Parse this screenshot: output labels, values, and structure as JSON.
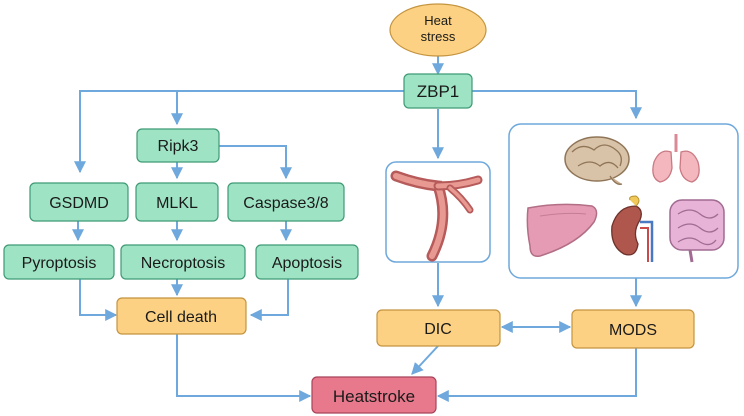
{
  "nodes": {
    "heat_stress": [
      "Heat",
      "stress"
    ],
    "zbp1": "ZBP1",
    "ripk3": "Ripk3",
    "gsdmd": "GSDMD",
    "mlkl": "MLKL",
    "caspase": "Caspase3/8",
    "pyroptosis": "Pyroptosis",
    "necroptosis": "Necroptosis",
    "apoptosis": "Apoptosis",
    "cell_death": "Cell death",
    "dic": "DIC",
    "mods": "MODS",
    "heatstroke": "Heatstroke"
  },
  "colors": {
    "green_fill": "#9ee3c4",
    "green_stroke": "#3f9a76",
    "orange_fill": "#fdd183",
    "orange_stroke": "#c49540",
    "pink_fill": "#e8798c",
    "pink_stroke": "#a8445a",
    "arrow": "#6fa8dc",
    "panel_stroke": "#6fa8dc"
  },
  "icons": {
    "vessel": "blood-vessel-icon",
    "brain": "brain-icon",
    "lungs": "lungs-icon",
    "liver": "liver-icon",
    "kidney": "kidney-icon",
    "intestine": "intestine-icon"
  }
}
